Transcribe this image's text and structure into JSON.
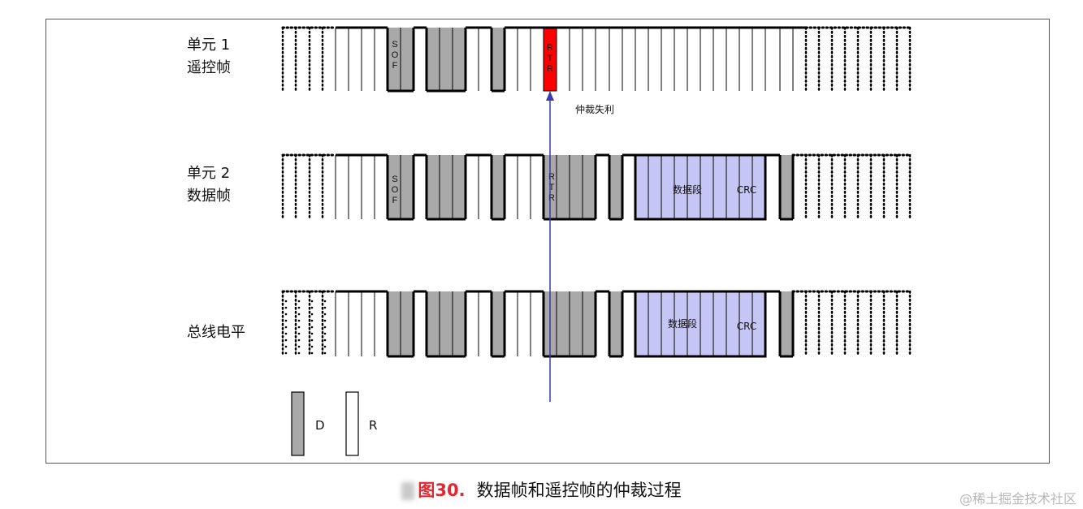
{
  "rows": [
    {
      "label_line1": "单元 1",
      "label_line2": "遥控帧",
      "sof": [
        "S",
        "O",
        "F"
      ],
      "rtr": [
        "R",
        "T",
        "R"
      ]
    },
    {
      "label_line1": "单元 2",
      "label_line2": "数据帧",
      "sof": [
        "S",
        "O",
        "F"
      ],
      "rtr": [
        "R",
        "T",
        "R"
      ],
      "data_label": "数据段",
      "crc_label": "CRC"
    },
    {
      "label_line1": "总线电平",
      "data_label": "数据段",
      "crc_label": "CRC"
    }
  ],
  "arbitration_note": "仲裁失利",
  "legend": {
    "dominant": "D",
    "recessive": "R"
  },
  "caption": {
    "number": "图30.",
    "text": "数据帧和遥控帧的仲裁过程"
  },
  "watermark": "@稀土掘金技术社区",
  "colors": {
    "dominant": "#a9a9a9",
    "recessive": "#ffffff",
    "rtr_lost": "#ff0000",
    "data_field": "#c6c6f5",
    "arrow": "#3a3aa8"
  }
}
